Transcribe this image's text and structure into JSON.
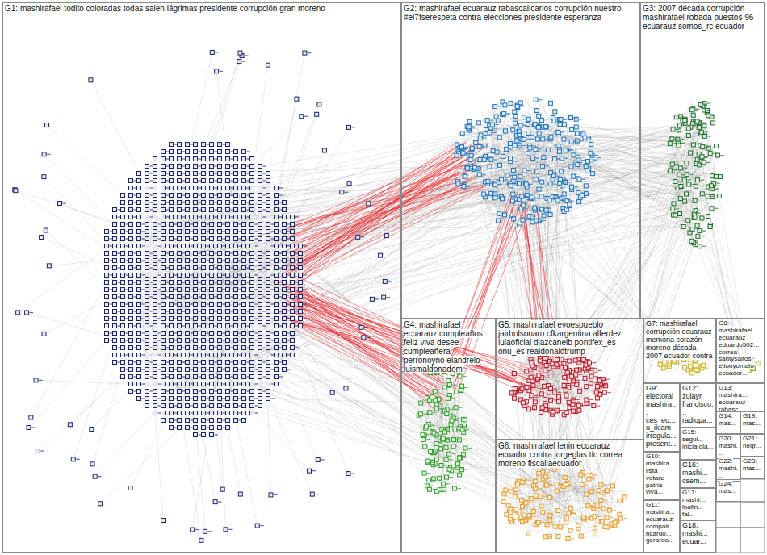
{
  "diagram": {
    "nodes": [
      {
        "text": [
          "G1: mashirafael todito coloradas todas salen lágrimas presidente corrupción gran moreno"
        ]
      },
      {
        "text": [
          "G2: mashirafael ecuarauz rabascallcarlos corrupción nuestro #el7fserespeta contra elecciones presidente esperanza"
        ]
      },
      {
        "text": [
          "G3: 2007 década corrupción mashirafael robada puestos 96 ecuarauz somos_rc ecuador"
        ]
      },
      {
        "text": [
          "G4: mashirafael ecuarauz cumpleaños feliz viva desee cumpleañera perronoyno elandrelo luismaldonadom"
        ]
      },
      {
        "text": [
          "G5: mashirafael evoespueblo jairbolsonaro cfkargentina alferdez lulaoficial diazcanelb pontifex_es onu_es realdonaldtrump"
        ]
      },
      {
        "text": [
          "G6: mashirafael lenin ecuarauz ecuador contra jorgeglas tlc correa moreno fiscaliaecuador"
        ]
      },
      {
        "text": [
          "G7: mashirafael corrupción ecuarauz memoria corazón moreno década 2007 ecuador contra"
        ]
      },
      {
        "text": [
          "G8: mashirafael ecuarauz eduardo502... correa santysaltos eltonyomalo ecuador..."
        ]
      },
      {
        "text": [
          "G9: electoral mashira... ces_eo... u_ikiam irregula... present..."
        ]
      },
      {
        "text": [
          "G10: mashira... lista votare patria viva..."
        ]
      },
      {
        "text": [
          "G11: mashira... ecuarauz compair... ricardo... gerardo..."
        ]
      },
      {
        "text": [
          "G12: zulayr francisco... radiopa..."
        ]
      },
      {
        "text": [
          "G15: segui... inicia dia..."
        ]
      },
      {
        "text": [
          "G16: mashi... csem..."
        ]
      },
      {
        "text": [
          "G17: mashi... lnafin... fal..."
        ]
      },
      {
        "text": [
          "G18: mashi... ecuar..."
        ]
      },
      {
        "text": [
          "G13: mashira... ecuarauz rabasc..."
        ]
      },
      {
        "text": [
          "G14: mas..."
        ]
      },
      {
        "text": [
          "G19: mas..."
        ]
      },
      {
        "text": [
          "G20: mashi..."
        ]
      },
      {
        "text": [
          "G21: negr..."
        ]
      },
      {
        "text": [
          "G22: mashi..."
        ]
      },
      {
        "text": [
          "G23: mas..."
        ]
      },
      {
        "text": [
          "G24: mas..."
        ]
      }
    ]
  }
}
